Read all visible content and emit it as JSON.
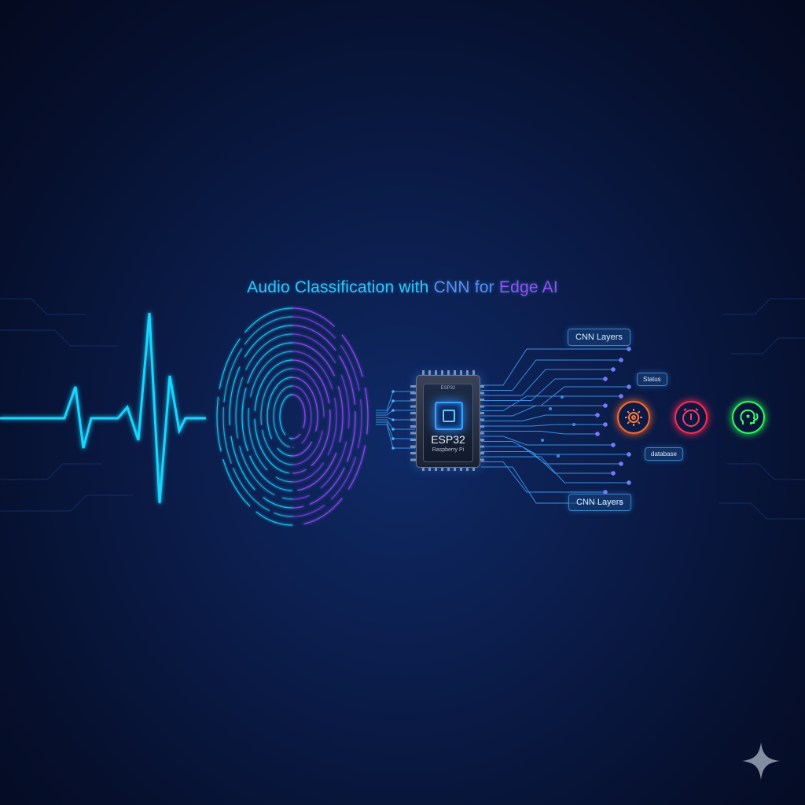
{
  "title": {
    "part1": "Audio Classification with ",
    "part2": "CNN for ",
    "part3": "Edge AI"
  },
  "chip": {
    "top_label": "ESP32",
    "name": "ESP32",
    "subtitle": "Raspberry Pi"
  },
  "labels": {
    "cnn_layers_top": "CNN Layers",
    "status": "Status",
    "database": "database",
    "cnn_layers_bottom": "CNN Layers"
  },
  "icons": [
    {
      "name": "gear-icon",
      "color": "#ff6a2a"
    },
    {
      "name": "alarm-clock-icon",
      "color": "#ff2a55"
    },
    {
      "name": "speaking-head-icon",
      "color": "#2aff5a"
    }
  ],
  "colors": {
    "cyan": "#19d6ff",
    "purple": "#8a4dff",
    "background": "#0a1a45"
  }
}
